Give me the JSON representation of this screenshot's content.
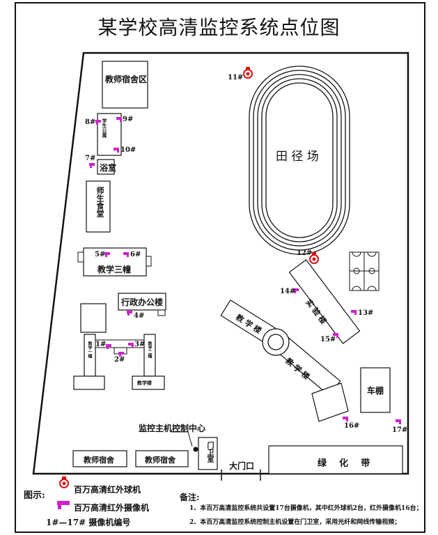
{
  "title": "某学校高清监控系统点位图",
  "buildings": {
    "teacher_dorm_area": "教师宿舍区",
    "student_apartment": "学生公寓",
    "bathroom": "浴室",
    "canteen": "师生食堂",
    "teaching_building_3": "教学三幢",
    "admin_office": "行政办公楼",
    "teaching_building_1": "教学一幢",
    "teaching_building_2": "教学二幢",
    "south_building": "教学楼",
    "track_field": "田 径 场",
    "lab_building": "实 验 楼",
    "teaching_left": "教 学 楼",
    "teaching_right": "教 学 楼",
    "garage": "车棚",
    "control_center": "监控主机控制中心",
    "guard_room": "门卫室",
    "teacher_dorm_1": "教师宿舍",
    "teacher_dorm_2": "教师宿舍",
    "main_gate": "大门口",
    "green_belt": "绿    化    带"
  },
  "cameras": {
    "c1": "1#",
    "c2": "2#",
    "c3": "3#",
    "c4": "4#",
    "c5": "5#",
    "c6": "6#",
    "c7": "7#",
    "c8": "8#",
    "c9": "9#",
    "c10": "10#",
    "c11": "11#",
    "c12": "12#",
    "c13": "13#",
    "c14": "14#",
    "c15": "15#",
    "c16": "16#",
    "c17": "17#"
  },
  "legend": {
    "label": "图示:",
    "dome": "百万高清红外球机",
    "bullet": "百万高清红外摄像机",
    "numbering": "1#—17# 摄像机编号"
  },
  "notes": {
    "label": "备注:",
    "note1": "1、本百万高清监控系统共设置17台摄像机，其中红外球机2台，红外摄像机16台；",
    "note2": "2、本百万高清监控系统控制主机设置在门卫室，采用光纤和网线传输视频；"
  },
  "colors": {
    "camera": "#cc22cc",
    "dome_red": "#dd1111",
    "ink": "#111111"
  }
}
